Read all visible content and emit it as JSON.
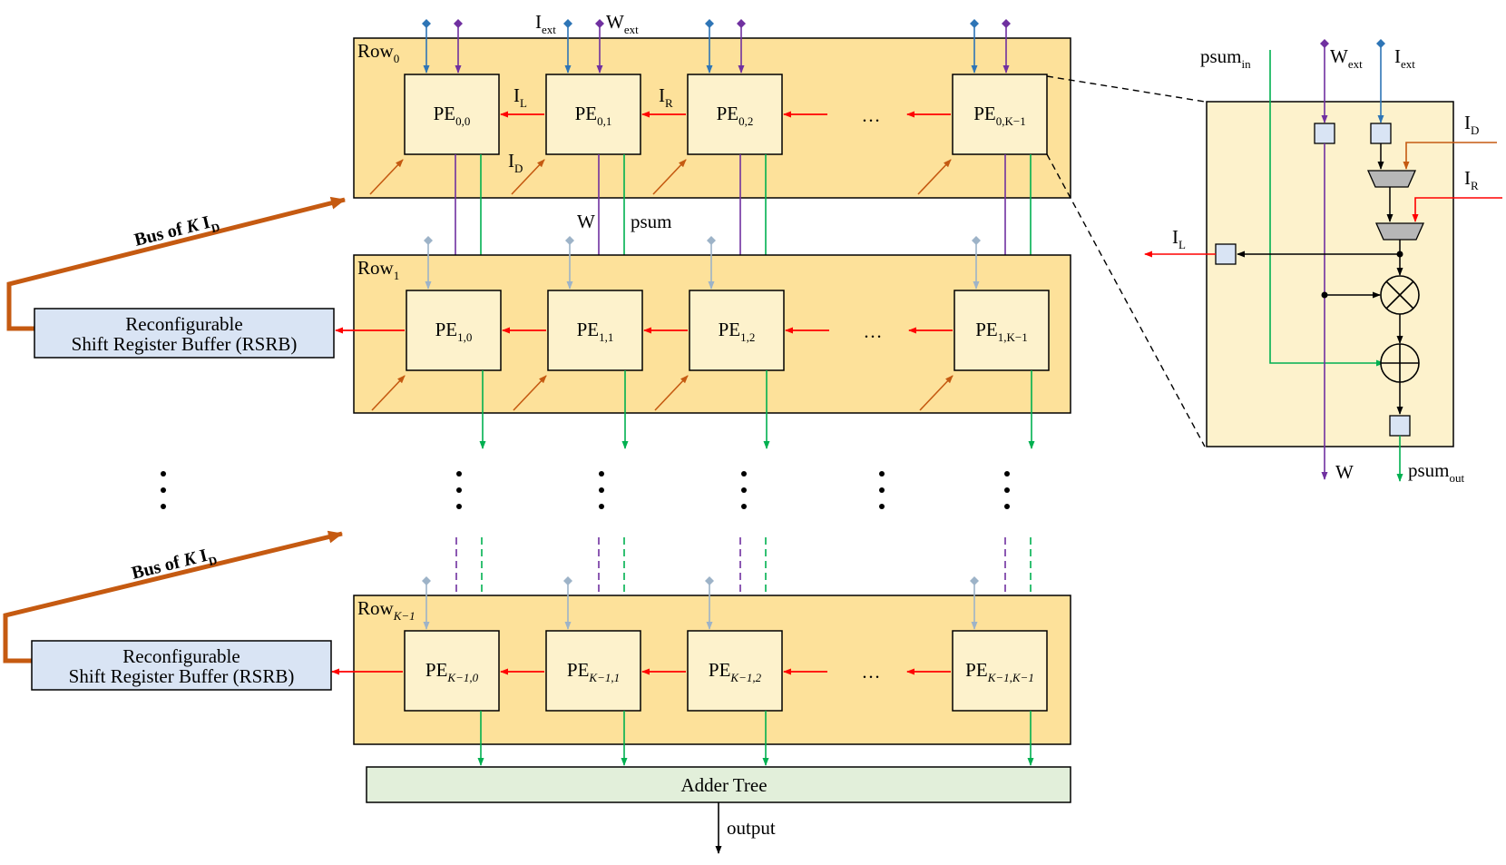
{
  "rows": [
    {
      "label": "Row",
      "sub": "0",
      "pes": [
        [
          "PE",
          "0,0"
        ],
        [
          "PE",
          "0,1"
        ],
        [
          "PE",
          "0,2"
        ],
        [
          "PE",
          "0,K−1"
        ]
      ]
    },
    {
      "label": "Row",
      "sub": "1",
      "pes": [
        [
          "PE",
          "1,0"
        ],
        [
          "PE",
          "1,1"
        ],
        [
          "PE",
          "1,2"
        ],
        [
          "PE",
          "1,K−1"
        ]
      ]
    },
    {
      "label": "Row",
      "sub": "K−1",
      "pes": [
        [
          "PE",
          "K−1,0"
        ],
        [
          "PE",
          "K−1,1"
        ],
        [
          "PE",
          "K−1,2"
        ],
        [
          "PE",
          "K−1,K−1"
        ]
      ]
    }
  ],
  "ellipsis": "…",
  "labels": {
    "i_ext": "I",
    "i_ext_sub": "ext",
    "w_ext": "W",
    "w_ext_sub": "ext",
    "i_l": "I",
    "i_l_sub": "L",
    "i_r": "I",
    "i_r_sub": "R",
    "i_d": "I",
    "i_d_sub": "D",
    "w": "W",
    "psum": "psum",
    "bus1": "Bus of",
    "bus_k": "K",
    "bus_i": "I",
    "bus_sub": "D",
    "rsrb_line1": "Reconfigurable",
    "rsrb_line2": "Shift Register Buffer (RSRB)",
    "adder": "Adder Tree",
    "output": "output"
  },
  "detail": {
    "psum_in": "psum",
    "psum_in_sub": "in",
    "w_ext": "W",
    "w_ext_sub": "ext",
    "i_ext": "I",
    "i_ext_sub": "ext",
    "i_d": "I",
    "i_d_sub": "D",
    "i_r": "I",
    "i_r_sub": "R",
    "i_l": "I",
    "i_l_sub": "L",
    "w_out": "W",
    "psum_out": "psum",
    "psum_out_sub": "out"
  },
  "colors": {
    "row_fill": "#fde19a",
    "pe_fill": "#fdf2cc",
    "rsrb_fill": "#d9e4f4",
    "adder_fill": "#e2efda",
    "i_ext": "#2e75b6",
    "i_ext_light": "#9db3c8",
    "w": "#7030a0",
    "psum": "#00b050",
    "i_lr": "#ff0000",
    "i_d": "#c55a11"
  }
}
